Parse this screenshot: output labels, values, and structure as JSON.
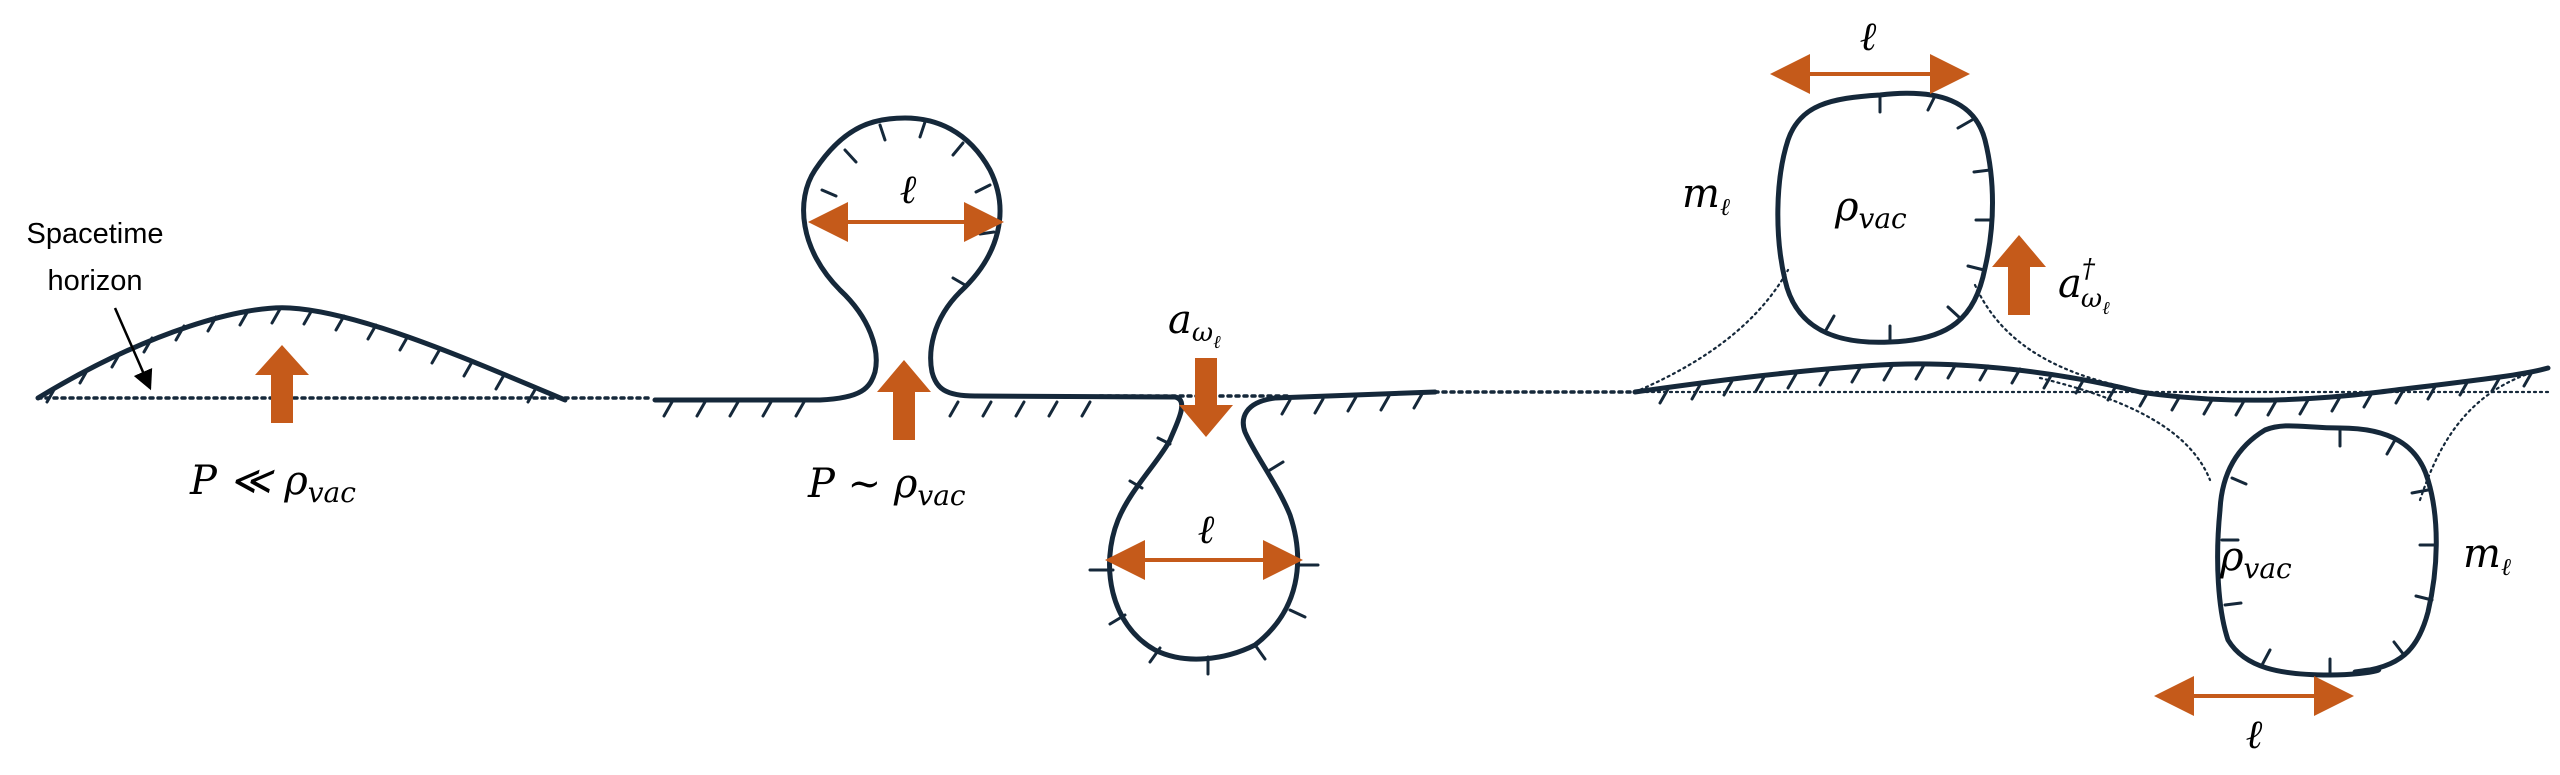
{
  "labels": {
    "horizon_line1": "Spacetime",
    "horizon_line2": "horizon",
    "p_less_base": "P ≪ ρ",
    "p_less_sub": "vac",
    "p_sim_base": "P ~ ρ",
    "p_sim_sub": "vac",
    "ell": "ℓ",
    "a_base": "a",
    "a_sub": "ω",
    "a_subsub": "ℓ",
    "a_dagger_sup": "†",
    "rho_base": "ρ",
    "rho_sub": "vac",
    "m_base": "m",
    "m_sub": "ℓ"
  },
  "colors": {
    "ink": "#15283a",
    "arrow": "#c55a1a"
  }
}
